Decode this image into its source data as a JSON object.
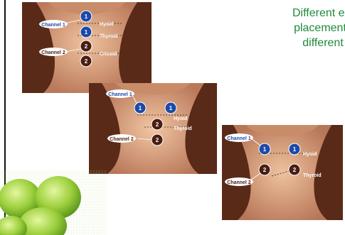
{
  "caption": {
    "lines": [
      "Different ele",
      "placements",
      "different"
    ]
  },
  "panels": [
    {
      "channel1_label": "Channel 1",
      "channel2_label": "Channel 2",
      "electrode1": "1",
      "electrode2": "2",
      "label_hyoid": "Hyoid",
      "label_thyroid": "Thyroid",
      "label_cricoid": "Cricoid"
    },
    {
      "channel1_label": "Channel 1",
      "channel2_label": "Channel 2",
      "electrode1": "1",
      "electrode2": "2",
      "label_hyoid": "Hyoid",
      "label_thyroid": "Thyroid"
    },
    {
      "channel1_label": "Channel 1",
      "channel2_label": "Channel 2",
      "electrode1": "1",
      "electrode2": "2",
      "label_hyoid": "Hyoid",
      "label_thyroid": "Thyroid"
    }
  ],
  "colors": {
    "panel_bg": "#5a2a18",
    "skin": "#d9a27d",
    "electrode_blue": "#1d4aa8",
    "electrode_brown": "#4a1e12",
    "caption_text": "#1f8a3a",
    "apple_green": "#9ccf3c"
  }
}
